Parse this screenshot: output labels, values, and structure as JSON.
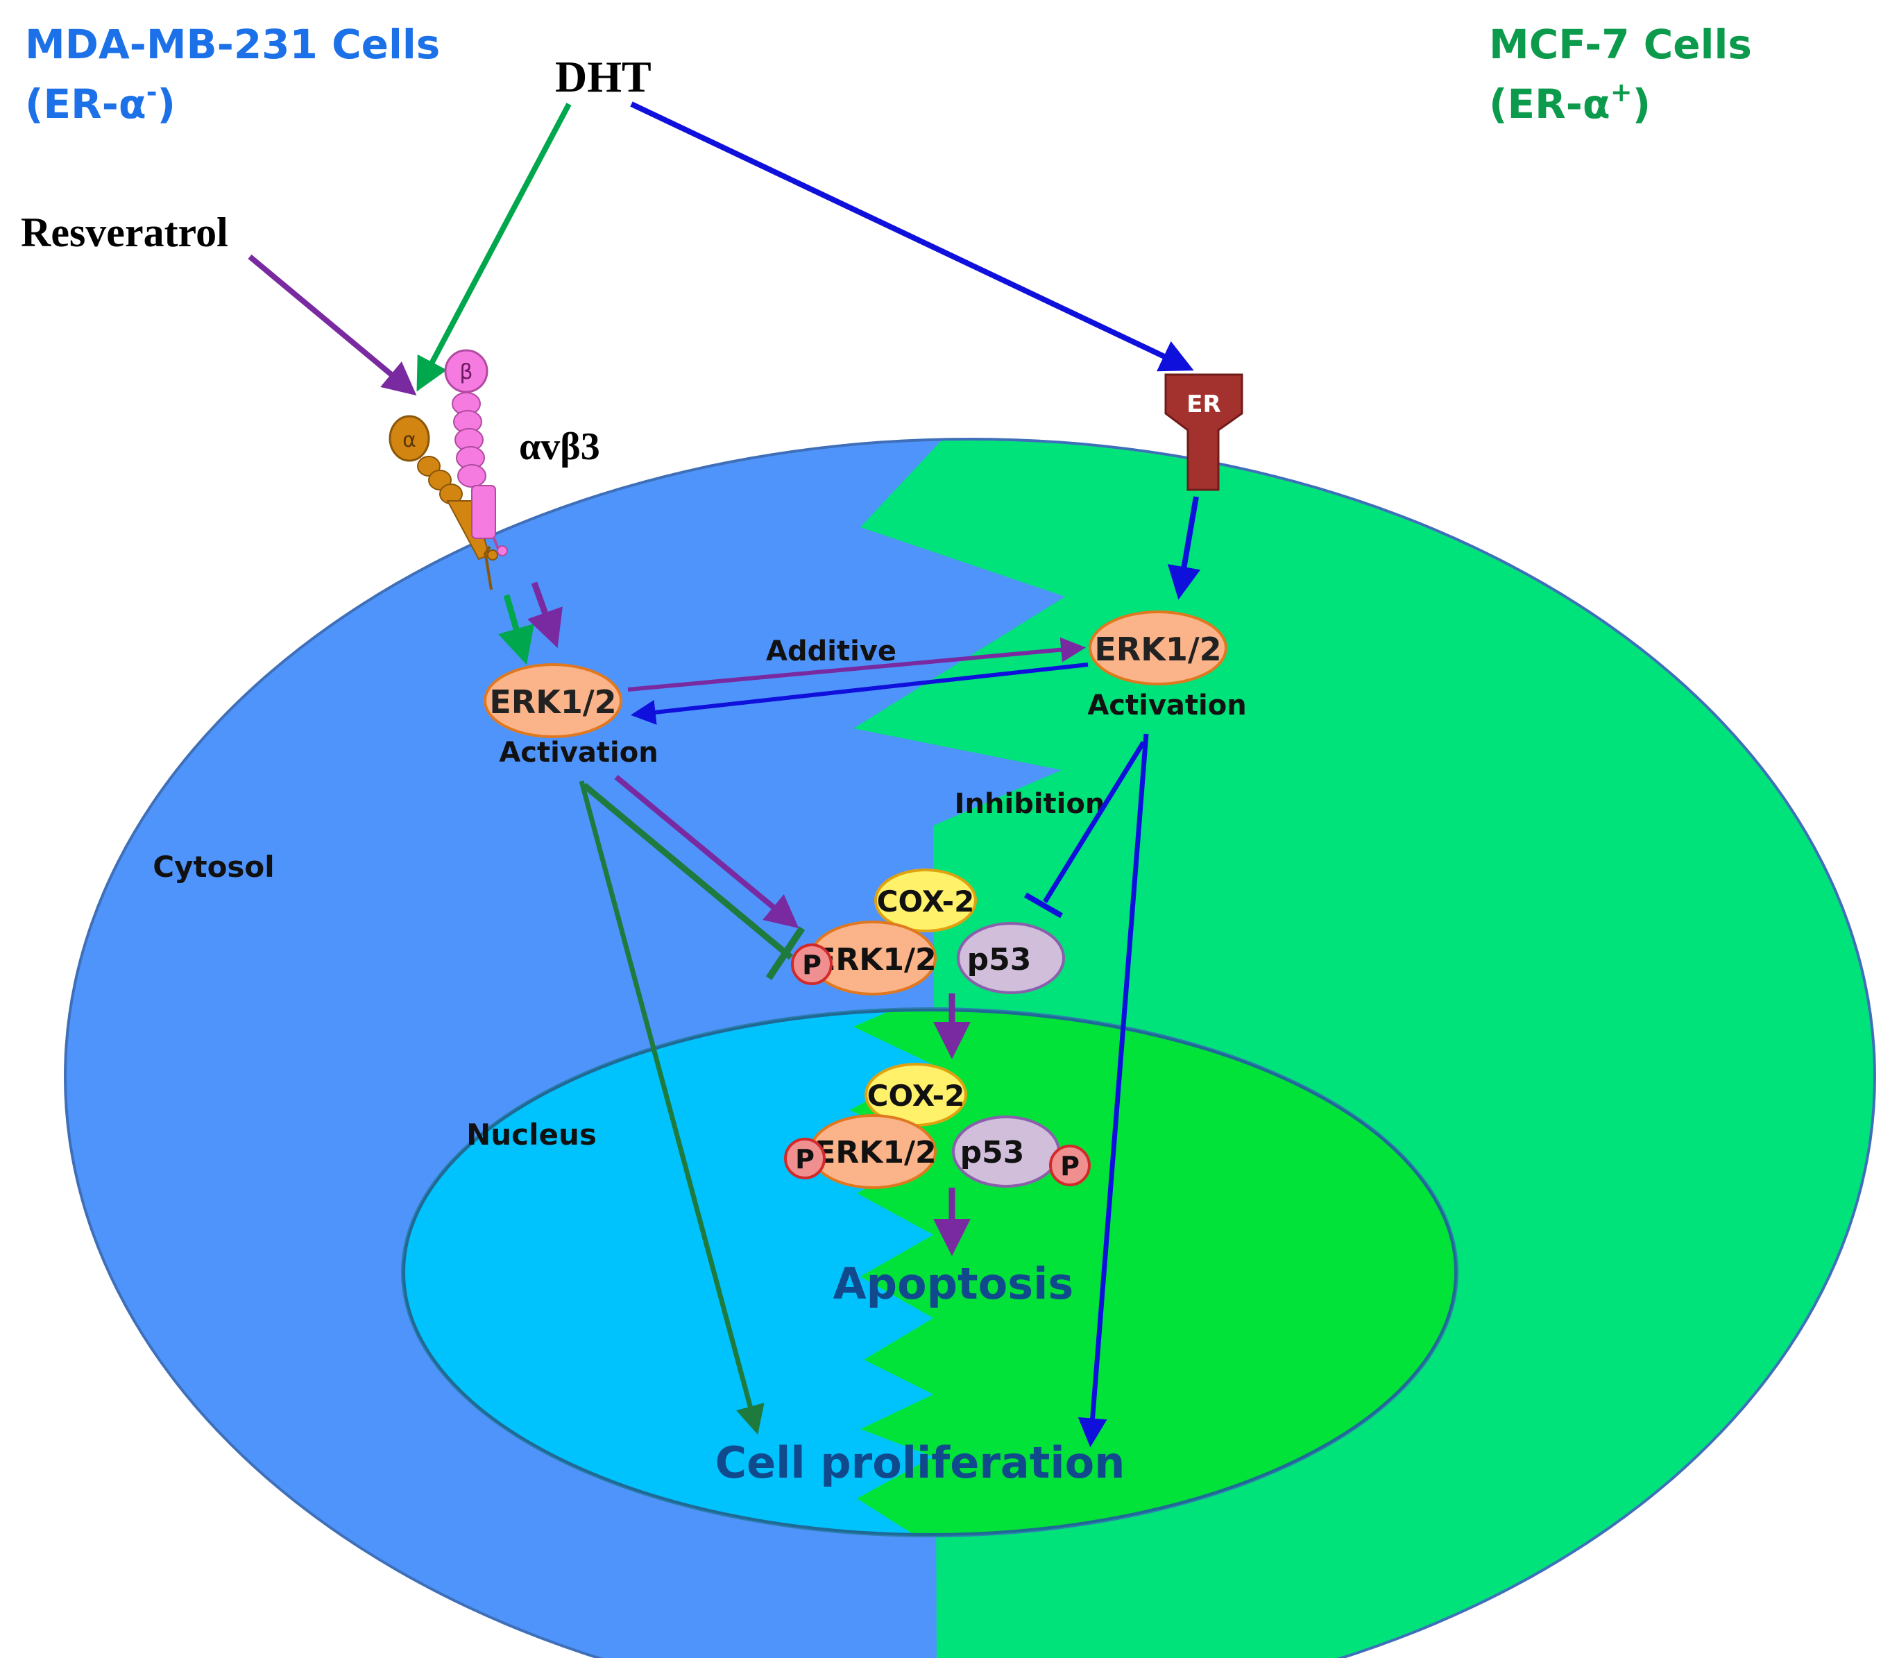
{
  "header": {
    "left_cell_line": "MDA-MB-231 Cells",
    "left_receptor_status": "(ER-α",
    "left_receptor_sup": "-",
    "right_cell_line": "MCF-7 Cells",
    "right_receptor_status": "(ER-α",
    "right_receptor_sup": "+",
    "closing_paren": ")"
  },
  "ligands": {
    "dht": "DHT",
    "resveratrol": "Resveratrol"
  },
  "receptors": {
    "integrin": "αvβ3",
    "alpha": "α",
    "beta": "β",
    "er": "ER"
  },
  "compartments": {
    "cytosol": "Cytosol",
    "nucleus": "Nucleus"
  },
  "nodes": {
    "erk_left": "ERK1/2",
    "erk_left_caption": "Activation",
    "erk_right": "ERK1/2",
    "erk_right_caption": "Activation",
    "cox2_top": "COX-2",
    "erk_complex_top": "ERK1/2",
    "p53_top": "p53",
    "cox2_bottom": "COX-2",
    "erk_complex_bottom": "ERK1/2",
    "p53_bottom": "p53",
    "phospho": "P"
  },
  "edge_labels": {
    "additive": "Additive",
    "inhibition": "Inhibition"
  },
  "outcomes": {
    "apoptosis": "Apoptosis",
    "proliferation": "Cell proliferation"
  },
  "colors": {
    "mda_blue": "#4f94fb",
    "mcf_green": "#00e27a",
    "nucleus_blue": "#00c3fd",
    "nucleus_green": "#02e33a",
    "dht_green_arrow": "#00a74d",
    "inhibit_green": "#1e7a3d",
    "resveratrol_purple": "#7a2aa0",
    "er_blue_arrow": "#1010dd",
    "erk_orange": "#fbb48a",
    "cox2_yellow": "#fff16a",
    "p53_lilac": "#d0bedb",
    "phospho_red": "#f08f8f",
    "er_receptor": "#a3312e",
    "alpha_subunit": "#d38512",
    "beta_subunit": "#f57be0",
    "title_left": "#1c71e8",
    "title_right": "#0c9a4c",
    "outcome_text": "#11498d"
  }
}
